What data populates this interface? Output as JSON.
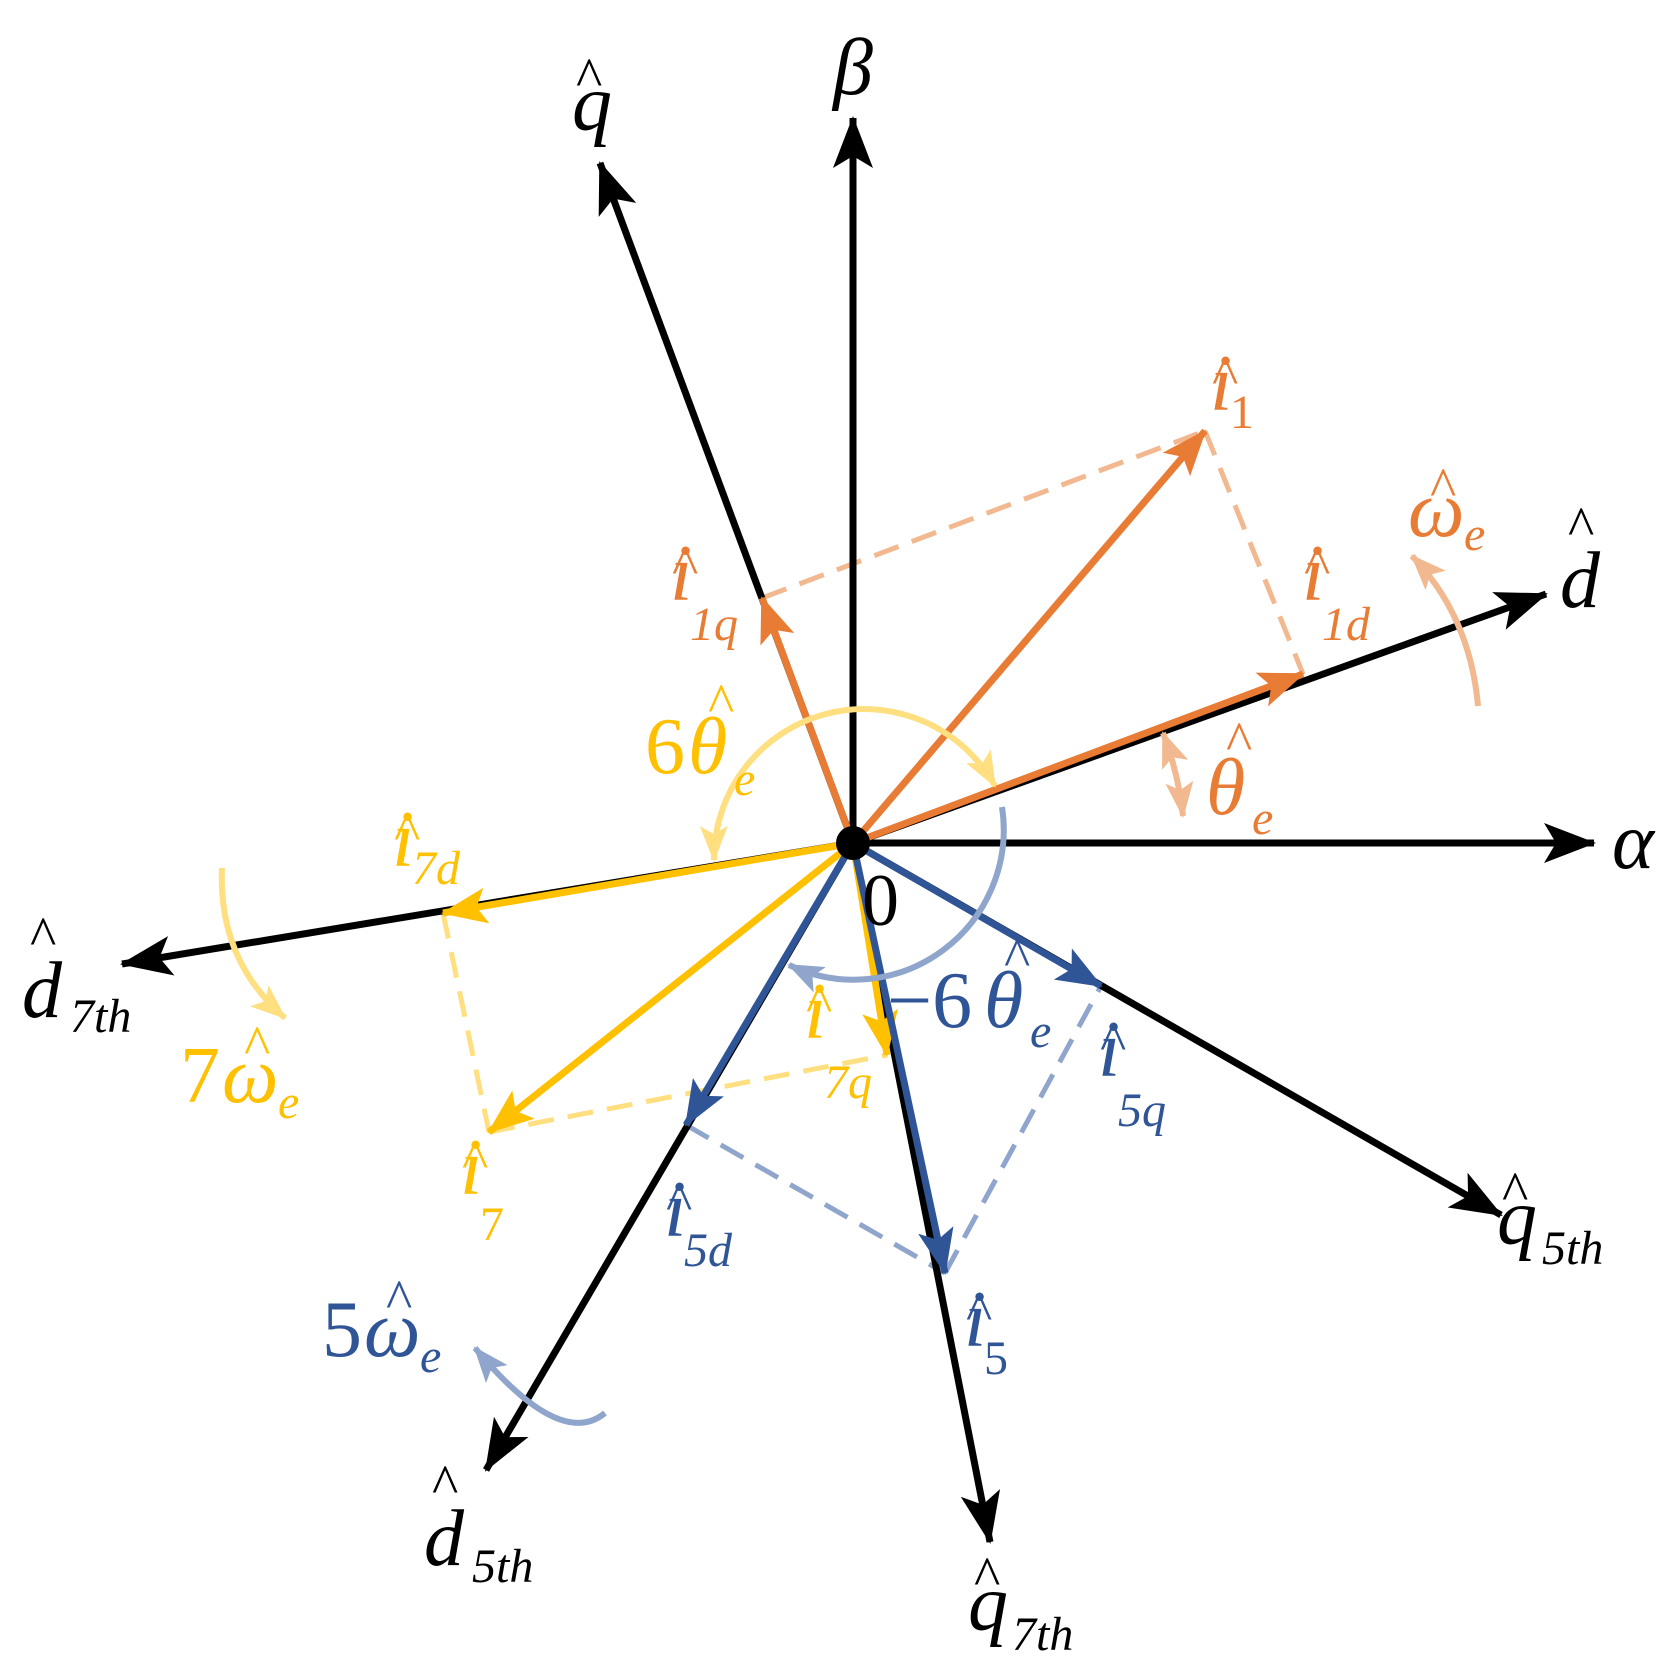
{
  "colors": {
    "axis": "#000000",
    "fundamental": "#E87C34",
    "fundamental_light": "#F2B88F",
    "h7": "#FFC000",
    "h7_light": "#FFDF80",
    "h5": "#2F5597",
    "h5_light": "#8FA5CB"
  },
  "labels": {
    "beta": "β",
    "alpha": "α",
    "origin": "0",
    "q": {
      "base": "q",
      "hat": "^",
      "sub": ""
    },
    "d": {
      "base": "d",
      "hat": "^",
      "sub": ""
    },
    "d7th": {
      "base": "d",
      "hat": "^",
      "sub": "7th"
    },
    "q7th": {
      "base": "q",
      "hat": "^",
      "sub": "7th"
    },
    "d5th": {
      "base": "d",
      "hat": "^",
      "sub": "5th"
    },
    "q5th": {
      "base": "q",
      "hat": "^",
      "sub": "5th"
    },
    "i1": {
      "base": "i",
      "hat": "^",
      "sub": "1"
    },
    "i1q": {
      "base": "i",
      "hat": "^",
      "sub": "1q"
    },
    "i1d": {
      "base": "i",
      "hat": "^",
      "sub": "1d"
    },
    "i7": {
      "base": "i",
      "hat": "^",
      "sub": "7"
    },
    "i7d": {
      "base": "i",
      "hat": "^",
      "sub": "7d"
    },
    "i7q": {
      "base": "i",
      "hat": "^",
      "sub": "7q"
    },
    "i5": {
      "base": "i",
      "hat": "^",
      "sub": "5"
    },
    "i5d": {
      "base": "i",
      "hat": "^",
      "sub": "5d"
    },
    "i5q": {
      "base": "i",
      "hat": "^",
      "sub": "5q"
    },
    "omega_e": {
      "coef": "",
      "base": "ω",
      "hat": "^",
      "sub": "e"
    },
    "theta_e": {
      "coef": "",
      "base": "θ",
      "hat": "^",
      "sub": "e"
    },
    "six_theta_e": {
      "coef": "6",
      "base": "θ",
      "hat": "^",
      "sub": "e"
    },
    "minus_six_theta_e": {
      "coef": "−6",
      "base": "θ",
      "hat": "^",
      "sub": "e"
    },
    "seven_omega_e": {
      "coef": "7",
      "base": "ω",
      "hat": "^",
      "sub": "e"
    },
    "five_omega_e": {
      "coef": "5",
      "base": "ω",
      "hat": "^",
      "sub": "e"
    }
  }
}
